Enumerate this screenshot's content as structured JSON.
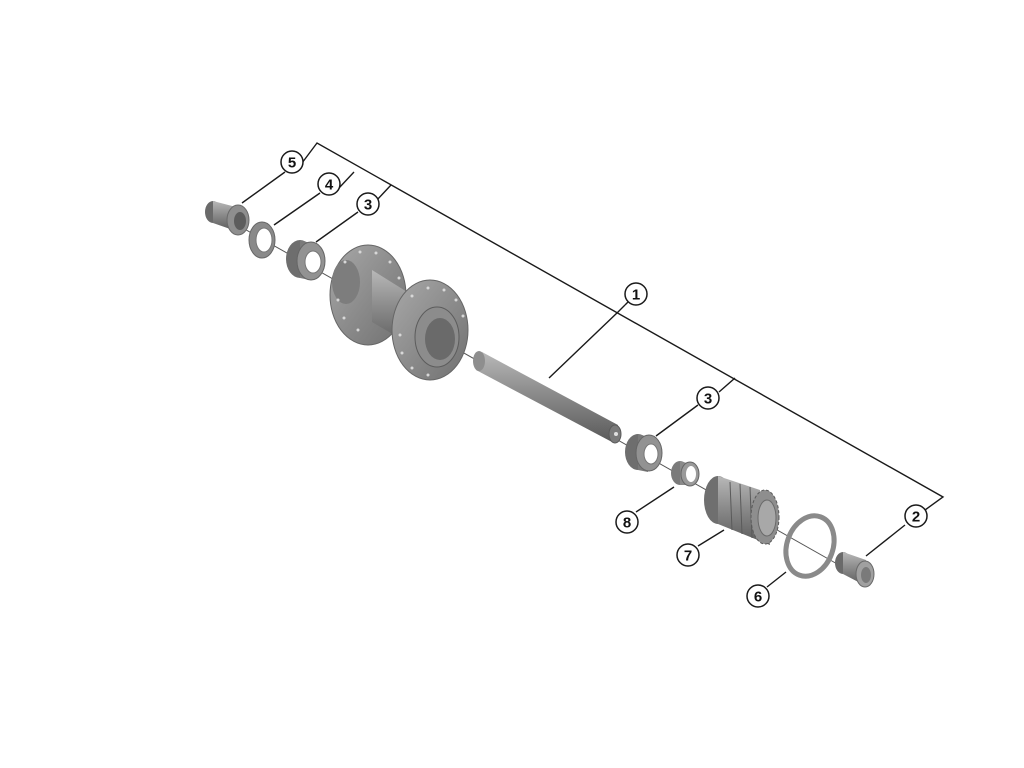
{
  "diagram": {
    "type": "exploded-parts-view",
    "subject": "rear hub assembly",
    "colors": {
      "background": "#ffffff",
      "part_fill": "#8a8a8a",
      "part_dark": "#5e5e5e",
      "part_light": "#b4b4b4",
      "line": "#1a1a1a"
    },
    "callouts": [
      {
        "id": "5",
        "label": "5",
        "part": "end-cap-left"
      },
      {
        "id": "4",
        "label": "4",
        "part": "washer-left"
      },
      {
        "id": "3a",
        "label": "3",
        "part": "bearing-left"
      },
      {
        "id": "1",
        "label": "1",
        "part": "hub-axle"
      },
      {
        "id": "3b",
        "label": "3",
        "part": "bearing-right"
      },
      {
        "id": "8",
        "label": "8",
        "part": "spacer"
      },
      {
        "id": "7",
        "label": "7",
        "part": "freehub-body"
      },
      {
        "id": "6",
        "label": "6",
        "part": "o-ring"
      },
      {
        "id": "2",
        "label": "2",
        "part": "end-cap-right"
      }
    ]
  }
}
